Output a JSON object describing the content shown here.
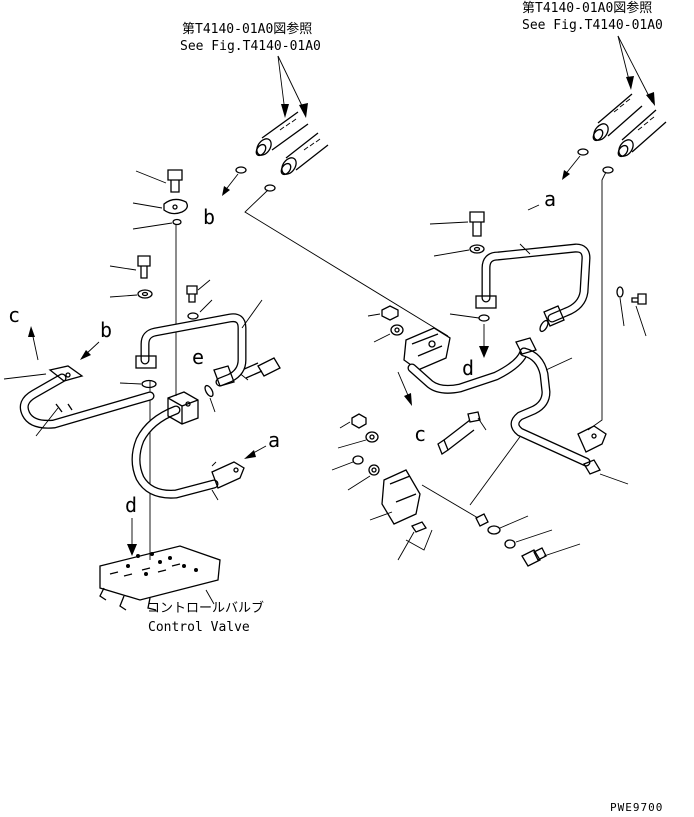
{
  "references": {
    "left": {
      "jp": "第T4140-01A0図参照",
      "en": "See Fig.T4140-01A0"
    },
    "right": {
      "jp": "第T4140-01A0図参照",
      "en": "See Fig.T4140-01A0"
    }
  },
  "callouts": {
    "a_left": "a",
    "a_right": "a",
    "b_upper": "b",
    "b_left": "b",
    "c_left": "c",
    "c_right": "c",
    "d_lower": "d",
    "d_right": "d",
    "e": "e"
  },
  "control_valve": {
    "jp": "コントロールバルブ",
    "en": "Control Valve"
  },
  "drawing_code": "PWE9700"
}
